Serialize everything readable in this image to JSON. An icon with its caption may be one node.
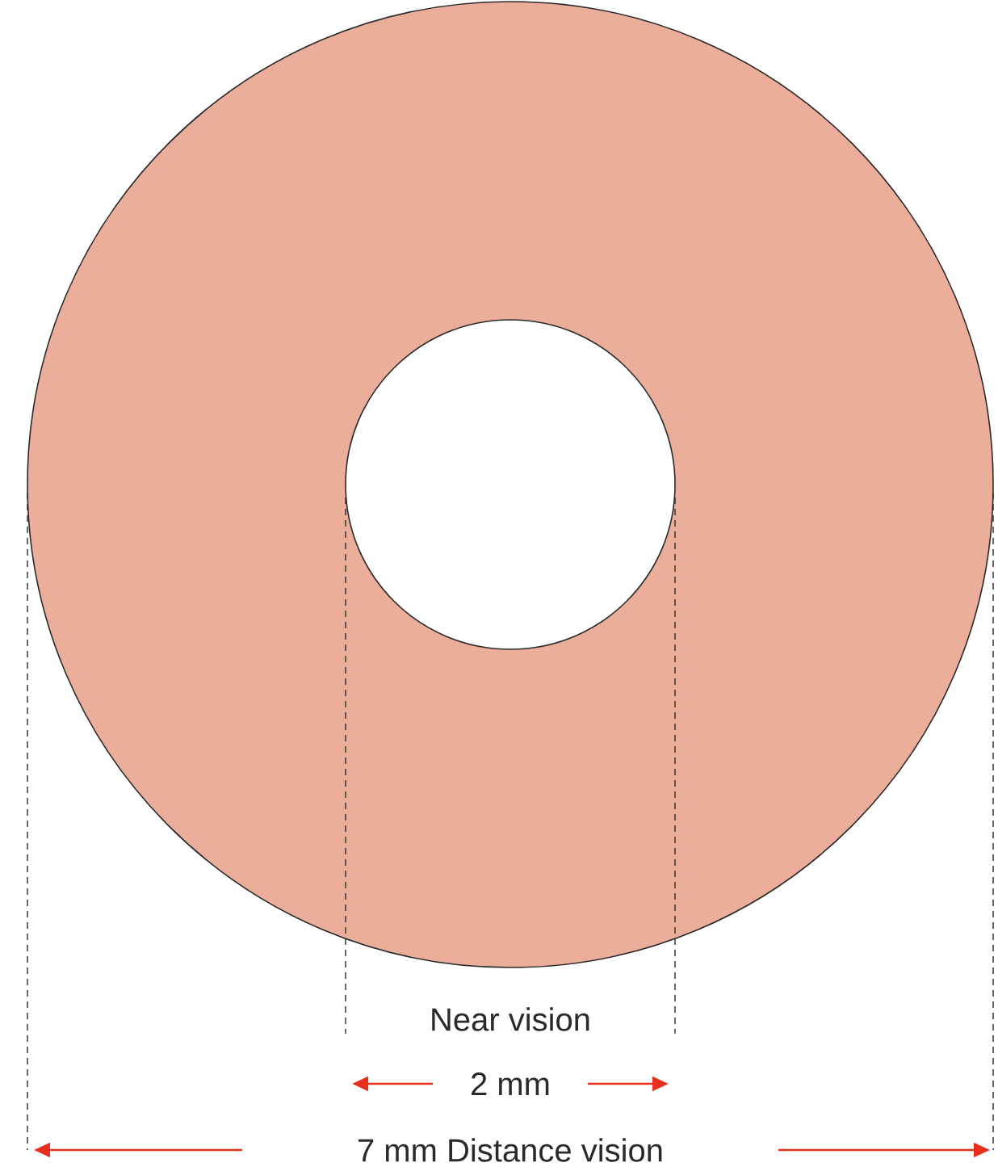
{
  "diagram": {
    "labels": [
      "Near vision",
      "2 mm",
      "7 mm Distance vision"
    ]
  }
}
